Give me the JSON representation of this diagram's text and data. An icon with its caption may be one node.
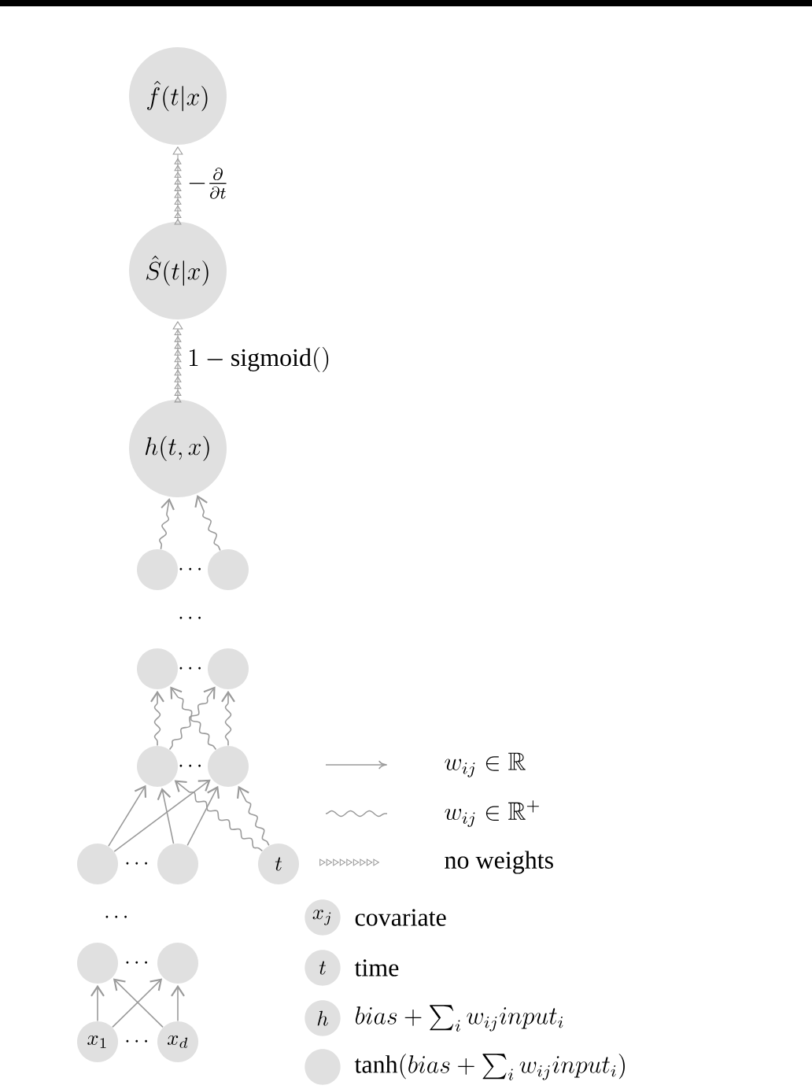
{
  "diagram": {
    "nodes": [
      {
        "text": [
          "\\hat{f}(t|x)"
        ]
      },
      {
        "text": [
          "\\hat{S}(t|x)"
        ]
      },
      {
        "text": [
          "h(t,x)"
        ]
      },
      {
        "text": [],
        "shape": "circle"
      },
      {
        "text": [],
        "shape": "circle"
      },
      {
        "text": [],
        "shape": "circle"
      },
      {
        "text": [],
        "shape": "circle"
      },
      {
        "text": [],
        "shape": "circle"
      },
      {
        "text": [],
        "shape": "circle"
      },
      {
        "text": [],
        "shape": "circle"
      },
      {
        "text": [],
        "shape": "circle"
      },
      {
        "text": [
          "t"
        ]
      },
      {
        "text": [],
        "shape": "circle"
      },
      {
        "text": [],
        "shape": "circle"
      },
      {
        "text": [
          "x_1"
        ]
      },
      {
        "text": [
          "x_d"
        ]
      }
    ],
    "edges": [
      {
        "from": 1,
        "to": 0,
        "arrow": "to",
        "label": "-\\frac{\\partial}{\\partial t}"
      },
      {
        "from": 2,
        "to": 1,
        "arrow": "to",
        "label": "1-\\mathrm{sigmoid}()"
      },
      {
        "from": 3,
        "to": 2,
        "arrow": "to"
      },
      {
        "from": 4,
        "to": 2,
        "arrow": "to"
      },
      {
        "from": 7,
        "to": 5,
        "arrow": "to"
      },
      {
        "from": 7,
        "to": 6,
        "arrow": "to"
      },
      {
        "from": 8,
        "to": 5,
        "arrow": "to"
      },
      {
        "from": 8,
        "to": 6,
        "arrow": "to"
      },
      {
        "from": 9,
        "to": 7,
        "arrow": "to"
      },
      {
        "from": 9,
        "to": 8,
        "arrow": "to"
      },
      {
        "from": 10,
        "to": 7,
        "arrow": "to"
      },
      {
        "from": 10,
        "to": 8,
        "arrow": "to"
      },
      {
        "from": 11,
        "to": 7,
        "arrow": "to"
      },
      {
        "from": 11,
        "to": 8,
        "arrow": "to"
      },
      {
        "from": 14,
        "to": 12,
        "arrow": "to"
      },
      {
        "from": 14,
        "to": 13,
        "arrow": "to"
      },
      {
        "from": 15,
        "to": 12,
        "arrow": "to"
      },
      {
        "from": 15,
        "to": 13,
        "arrow": "to"
      }
    ],
    "labels": [
      "\\cdots",
      "\\cdots",
      "\\cdots",
      "\\cdots",
      "\\cdots",
      "\\cdots",
      "x_j",
      "\\cdots",
      "t",
      "h",
      "\\cdots"
    ],
    "legend": [
      {
        "text": "w_{ij}\\in\\mathbb{R}"
      },
      {
        "text": "w_{ij}\\in\\mathbb{R}^{+}"
      },
      {
        "text": "no weights"
      },
      {
        "text": "covariate"
      },
      {
        "text": "time"
      },
      {
        "text": "bias+\\sum_i w_{ij}input_i"
      },
      {
        "text": "\\tanh(bias+\\sum_i w_{ij}input_i)"
      }
    ]
  }
}
